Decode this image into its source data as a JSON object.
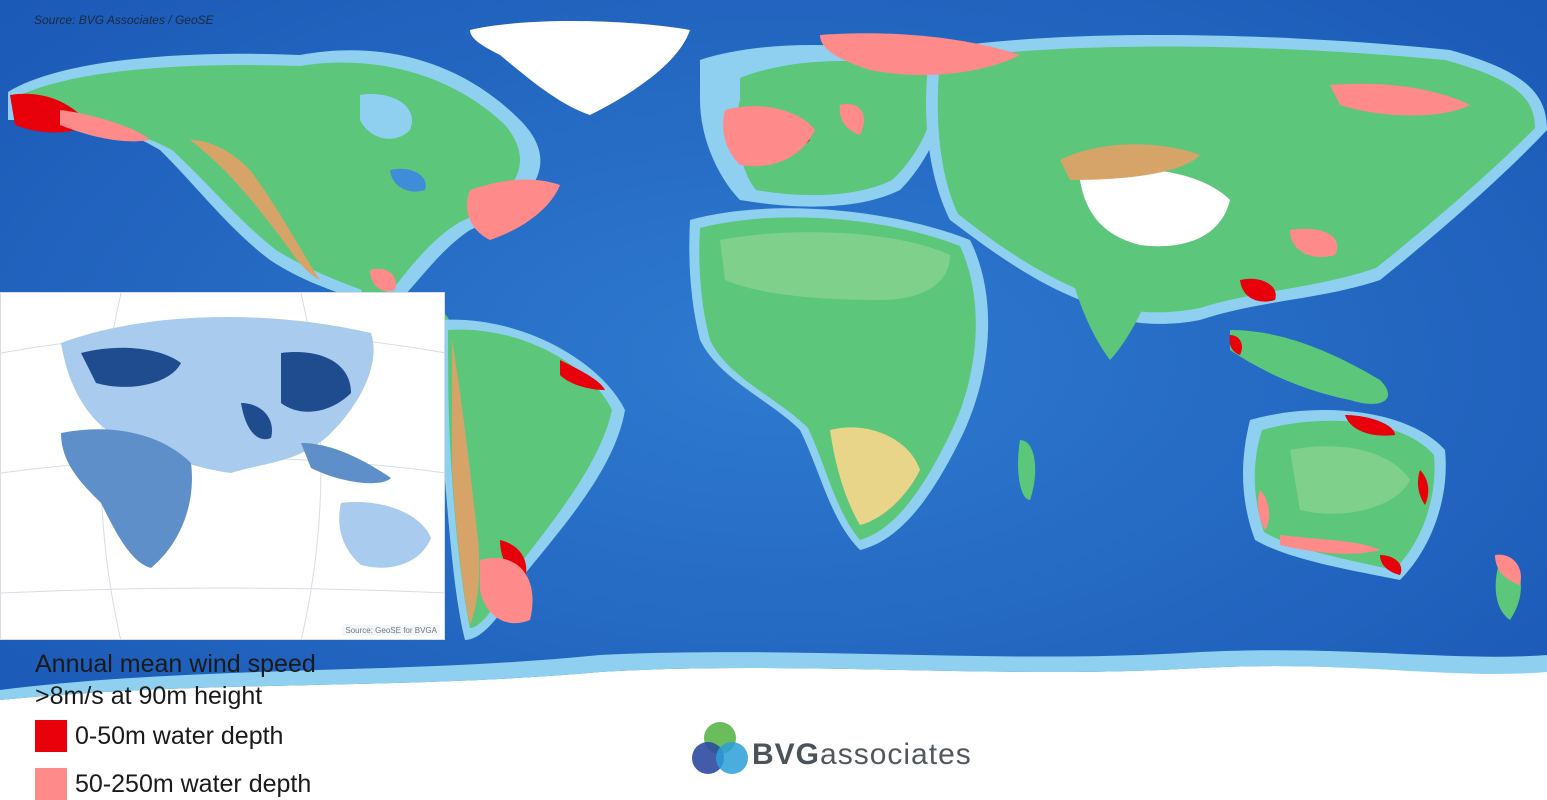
{
  "map": {
    "source_label": "Source: BVG Associates / GeoSE",
    "colors": {
      "ocean_deep": "#1e63c0",
      "ocean_mid": "#3f8dd8",
      "ocean_shelf": "#8fd0f0",
      "land_low": "#5cc77a",
      "land_mid": "#e8d58a",
      "land_high": "#d6a468",
      "ice": "#ffffff",
      "depth_shallow": "#e8000b",
      "depth_medium": "#ff8a8a"
    }
  },
  "inset": {
    "source_label": "Source: GeoSE for BVGA",
    "colors": {
      "dark": "#1f4c8f",
      "mid": "#5f8fc8",
      "light": "#a9cbee"
    }
  },
  "legend": {
    "title_line1": "Annual mean wind speed",
    "title_line2": ">8m/s at 90m height",
    "items": [
      {
        "label": "0-50m water depth",
        "color": "#e8000b"
      },
      {
        "label": "50-250m water depth",
        "color": "#ff8a8a"
      }
    ]
  },
  "logo": {
    "brand_bold": "BVG",
    "brand_rest": "associates",
    "icon": "bvg-overlapping-circles-icon"
  }
}
